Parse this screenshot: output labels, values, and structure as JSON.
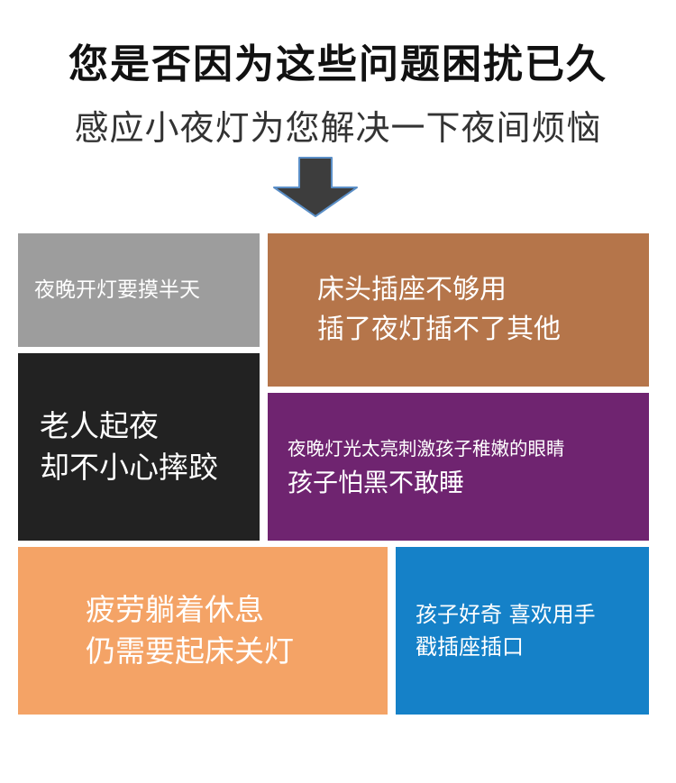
{
  "header": {
    "title": "您是否因为这些问题困扰已久",
    "subtitle": "感应小夜灯为您解决一下夜间烦恼"
  },
  "arrow": {
    "icon": "down-arrow-icon",
    "color": "#3d3d3d",
    "outline_color": "#5b8fc7"
  },
  "tiles": [
    {
      "lines": [
        "夜晚开灯要摸半天"
      ],
      "color": "#9d9d9d"
    },
    {
      "lines": [
        "床头插座不够用",
        "插了夜灯插不了其他"
      ],
      "color": "#b5754a"
    },
    {
      "lines": [
        "老人起夜",
        "却不小心摔跤"
      ],
      "color": "#222222"
    },
    {
      "lines": [
        "夜晚灯光太亮刺激孩子稚嫩的眼睛",
        "孩子怕黑不敢睡"
      ],
      "color": "#6f2470"
    },
    {
      "lines": [
        "疲劳躺着休息",
        "仍需要起床关灯"
      ],
      "color": "#f4a366"
    },
    {
      "lines": [
        "孩子好奇  喜欢用手",
        "戳插座插口"
      ],
      "color": "#1581c8"
    }
  ]
}
